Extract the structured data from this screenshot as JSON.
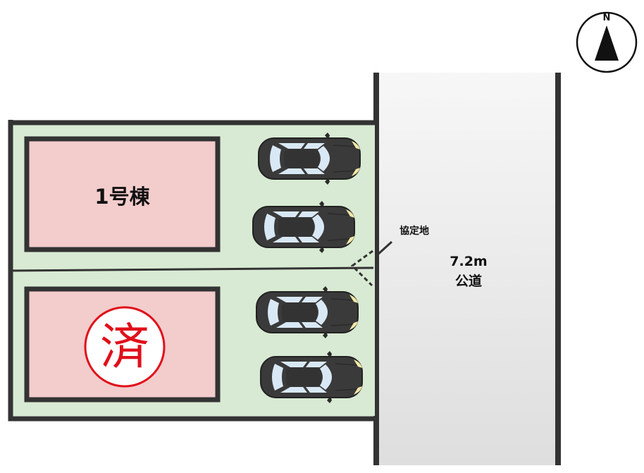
{
  "compass": {
    "label": "N",
    "icon": "north-arrow-icon"
  },
  "lots": [
    {
      "id": "lot-1",
      "building_label": "1号棟",
      "status": "",
      "parking_spaces": 2
    },
    {
      "id": "lot-2",
      "building_label": "",
      "status": "済",
      "parking_spaces": 2
    }
  ],
  "agreement_land": {
    "label": "協定地"
  },
  "road": {
    "width_label": "7.2m",
    "type_label": "公道"
  },
  "colors": {
    "lot_fill": "#d8ead3",
    "building_fill": "#f3cccc",
    "outline": "#333333",
    "road_fill": "#efefef",
    "car_body": "#3a3a3a",
    "car_glass": "#d9e8f5",
    "headlight": "#f2e7a8",
    "sold_stamp": "#e0101a"
  }
}
